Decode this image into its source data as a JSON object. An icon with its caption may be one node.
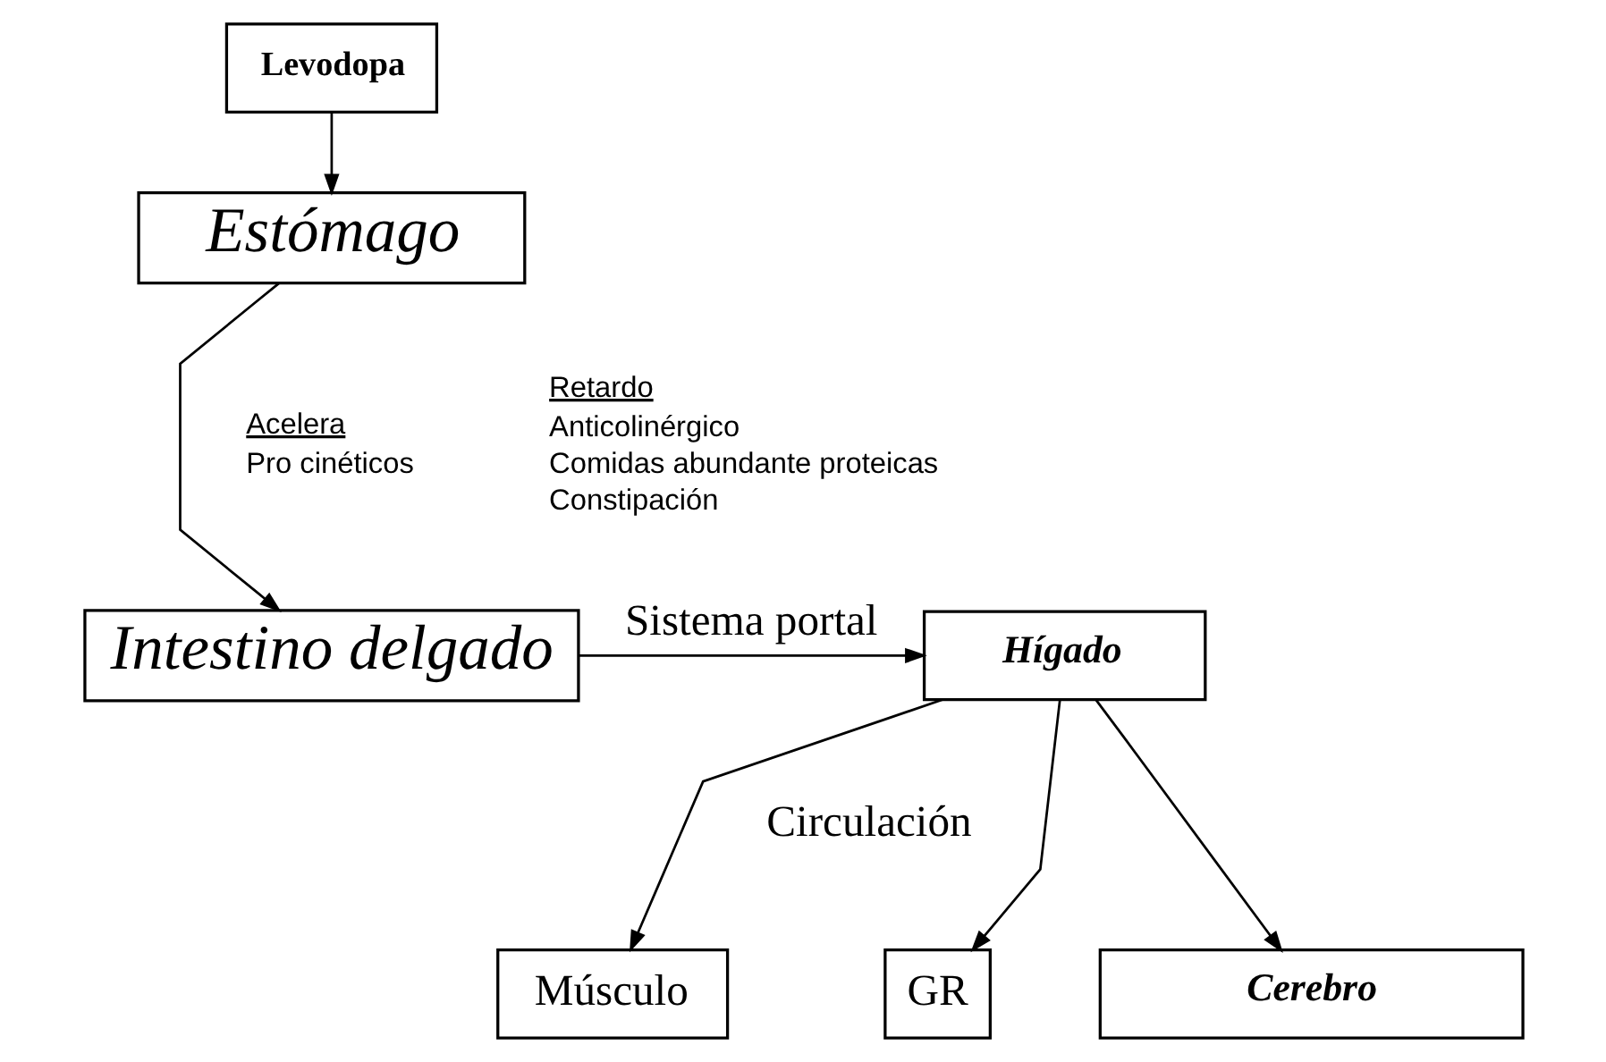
{
  "diagram": {
    "nodes": [
      {
        "text": [
          "Levodopa"
        ]
      },
      {
        "text": [
          "Estómago"
        ]
      },
      {
        "text": [
          "Intestino delgado"
        ]
      },
      {
        "text": [
          "Hígado"
        ]
      },
      {
        "text": [
          "GR"
        ]
      },
      {
        "text": [
          "Músculo"
        ]
      },
      {
        "text": [
          "Cerebro"
        ]
      }
    ],
    "edges": [
      {
        "from": 0,
        "to": 1,
        "arrow": "to"
      },
      {
        "from": 1,
        "to": 2,
        "arrow": "to"
      },
      {
        "from": 2,
        "to": 3,
        "arrow": "to",
        "label": "Sistema portal"
      },
      {
        "from": 3,
        "to": 4,
        "arrow": "to"
      },
      {
        "from": 3,
        "to": 5,
        "arrow": "to"
      },
      {
        "from": 3,
        "to": 6,
        "arrow": "to"
      }
    ],
    "labels": [
      "Acelera",
      "Pro cinéticos",
      "Retardo",
      "Anticolinérgico",
      "Comidas abundante proteicas",
      "Constipación",
      "Circulación"
    ]
  }
}
